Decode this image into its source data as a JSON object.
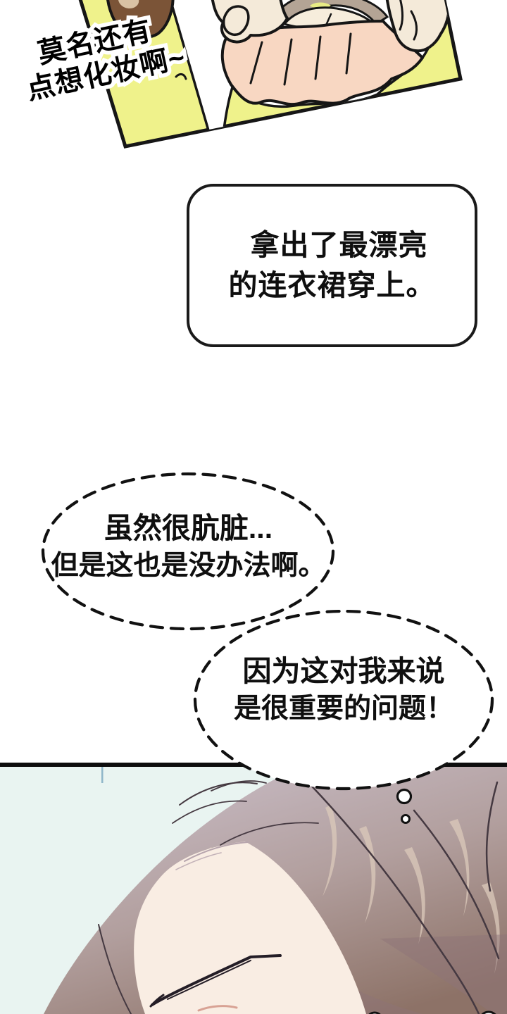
{
  "top_panel": {
    "caption_line1": "莫名还有",
    "caption_line2": "点想化妆啊~",
    "colors": {
      "panel_yellow": "#eff28b",
      "stripe_glimpse": "#e9ec85",
      "outline": "#161616",
      "hair_brown": "#7b5437",
      "hair_patch": "#d9c2a4",
      "scene_white": "#ffffff",
      "dress_pink": "#f8d7c2",
      "dress_top_cream": "#f6eddc",
      "hand_cream": "#f4ead9",
      "strap_taupe": "#b4a495"
    }
  },
  "narration_bubble": {
    "line1": "拿出了最漂亮",
    "line2": "的连衣裙穿上。",
    "border_color": "#1a1a1a",
    "fill": "#ffffff"
  },
  "thought_bubble_1": {
    "line1": "虽然很肮脏...",
    "line2": "但是这也是没办法啊。",
    "border_style": "dashed",
    "border_color": "#111111",
    "fill": "#ffffff"
  },
  "thought_bubble_2": {
    "line1": "因为这对我来说",
    "line2": "是很重要的问题！",
    "border_style": "dashed",
    "border_color": "#111111",
    "fill": "#ffffff"
  },
  "bottom_panel": {
    "colors": {
      "background": "#e9f4f1",
      "border": "#0d0d0d",
      "hair_top": "#c9bdc7",
      "hair_mid": "#b29f9e",
      "hair_bottom": "#8d7267",
      "hair_highlight": "#dccabb",
      "hair_shadow": "#8e7378",
      "face": "#f9ede3",
      "eyebrow": "#241d26",
      "window_line": "#8fb6c9"
    }
  }
}
